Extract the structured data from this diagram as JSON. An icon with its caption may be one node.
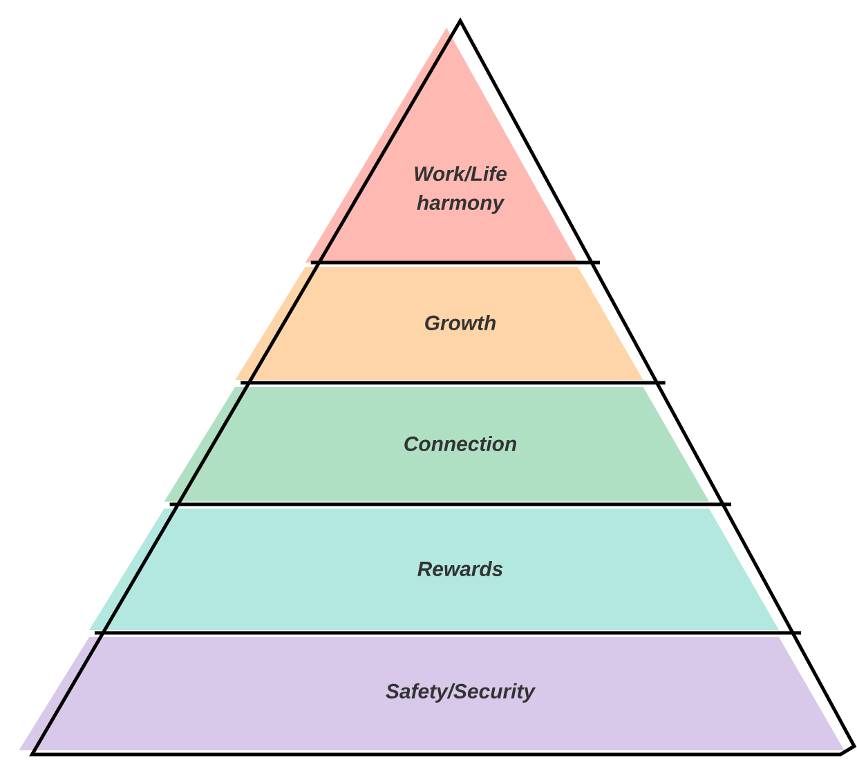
{
  "diagram": {
    "nodes": [
      {
        "text": [
          "Work/Life harmony"
        ]
      },
      {
        "text": [
          "Growth"
        ]
      },
      {
        "text": [
          "Connection"
        ]
      },
      {
        "text": [
          "Rewards"
        ]
      },
      {
        "text": [
          "Safety/Security"
        ]
      }
    ]
  }
}
